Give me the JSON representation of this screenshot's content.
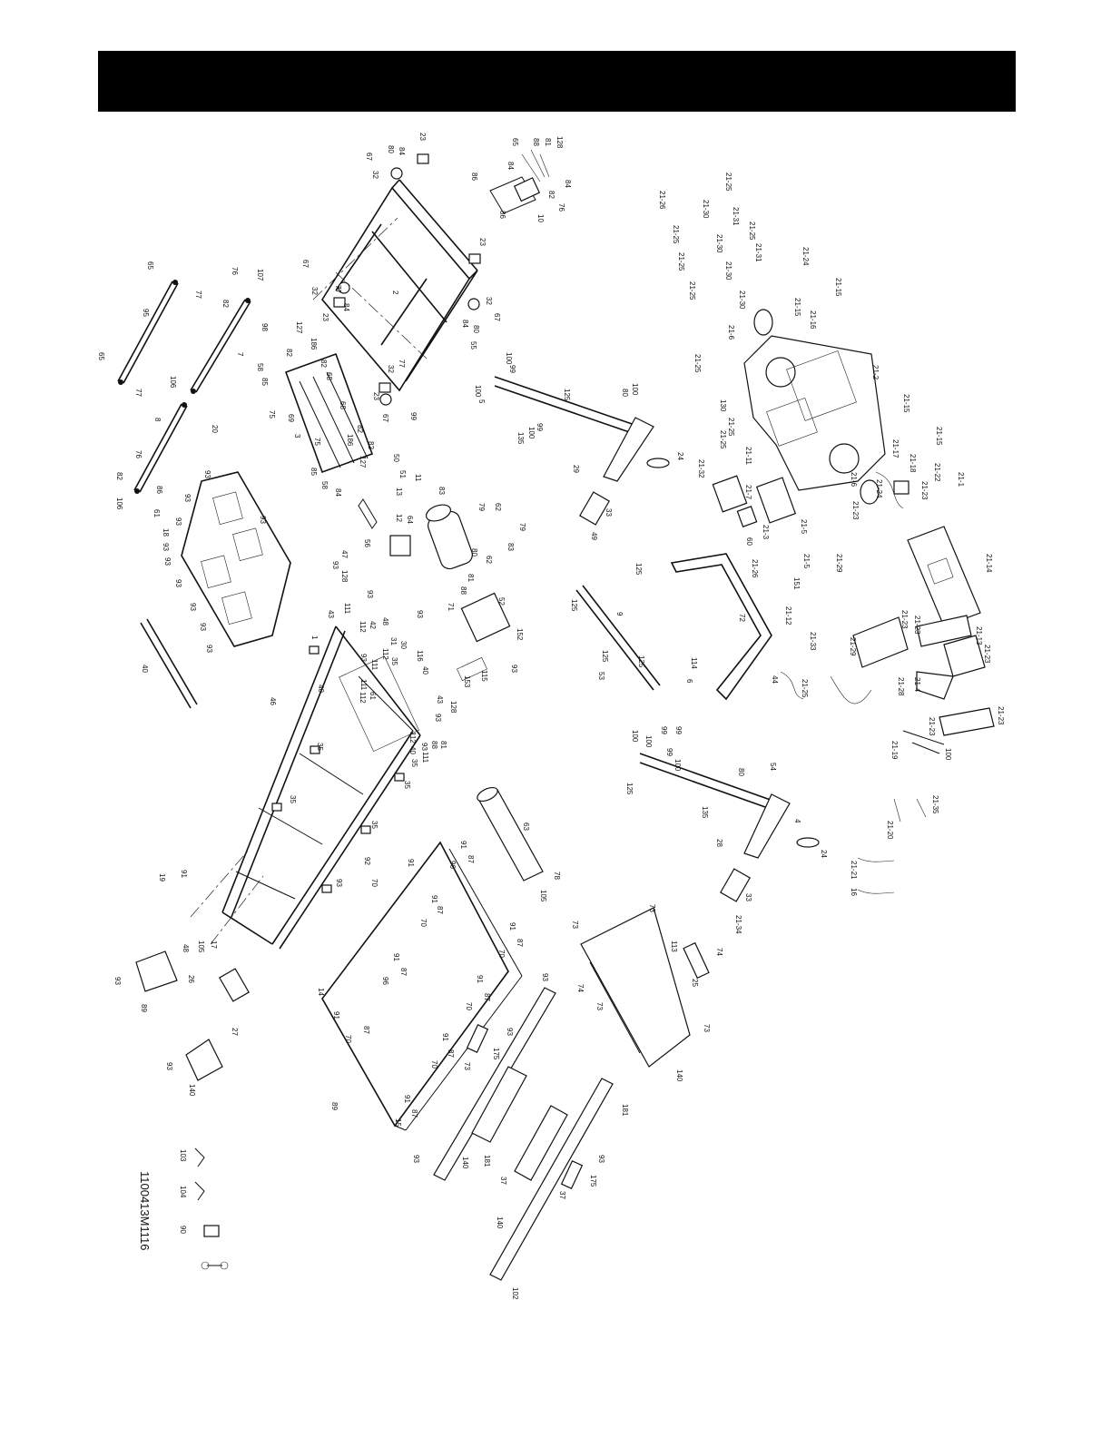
{
  "document_code": "1100413M1116",
  "labels": [
    {
      "id": "l1",
      "text": "23"
    },
    {
      "id": "l2",
      "text": "84"
    },
    {
      "id": "l3",
      "text": "80"
    },
    {
      "id": "l4",
      "text": "67"
    },
    {
      "id": "l5",
      "text": "32"
    },
    {
      "id": "l6",
      "text": "65"
    },
    {
      "id": "l7",
      "text": "128"
    },
    {
      "id": "l8",
      "text": "88"
    },
    {
      "id": "l9",
      "text": "81"
    },
    {
      "id": "l10",
      "text": "84"
    },
    {
      "id": "l11",
      "text": "86"
    },
    {
      "id": "l12",
      "text": "84"
    },
    {
      "id": "l13",
      "text": "82"
    },
    {
      "id": "l14",
      "text": "76"
    },
    {
      "id": "l15",
      "text": "10"
    },
    {
      "id": "l16",
      "text": "86"
    },
    {
      "id": "l17",
      "text": "21-25"
    },
    {
      "id": "l18",
      "text": "21-26"
    },
    {
      "id": "l19",
      "text": "21-30"
    },
    {
      "id": "l20",
      "text": "21-31"
    },
    {
      "id": "l21",
      "text": "21-25"
    },
    {
      "id": "l22",
      "text": "21-25"
    },
    {
      "id": "l23",
      "text": "21-30"
    },
    {
      "id": "l24",
      "text": "21-31"
    },
    {
      "id": "l25",
      "text": "21-25"
    },
    {
      "id": "l26",
      "text": "21-30"
    },
    {
      "id": "l27",
      "text": "21-25"
    },
    {
      "id": "l28",
      "text": "21-30"
    },
    {
      "id": "l29",
      "text": "21-24"
    },
    {
      "id": "l30",
      "text": "21-15"
    },
    {
      "id": "l31",
      "text": "21-15"
    },
    {
      "id": "l32",
      "text": "21-16"
    },
    {
      "id": "l33",
      "text": "21-6"
    },
    {
      "id": "l34",
      "text": "21-2"
    },
    {
      "id": "l35",
      "text": "21-25"
    },
    {
      "id": "l36",
      "text": "65"
    },
    {
      "id": "l37",
      "text": "77"
    },
    {
      "id": "l38",
      "text": "95"
    },
    {
      "id": "l39",
      "text": "65"
    },
    {
      "id": "l40",
      "text": "77"
    },
    {
      "id": "l41",
      "text": "76"
    },
    {
      "id": "l42",
      "text": "107"
    },
    {
      "id": "l43",
      "text": "82"
    },
    {
      "id": "l44",
      "text": "98"
    },
    {
      "id": "l45",
      "text": "7"
    },
    {
      "id": "l46",
      "text": "106"
    },
    {
      "id": "l47",
      "text": "20"
    },
    {
      "id": "l48",
      "text": "8"
    },
    {
      "id": "l49",
      "text": "76"
    },
    {
      "id": "l50",
      "text": "82"
    },
    {
      "id": "l51",
      "text": "106"
    },
    {
      "id": "l52",
      "text": "86"
    },
    {
      "id": "l53",
      "text": "61"
    },
    {
      "id": "l54",
      "text": "67"
    },
    {
      "id": "l55",
      "text": "32"
    },
    {
      "id": "l56",
      "text": "23"
    },
    {
      "id": "l57",
      "text": "84"
    },
    {
      "id": "l58",
      "text": "77"
    },
    {
      "id": "l59",
      "text": "2"
    },
    {
      "id": "l60",
      "text": "23"
    },
    {
      "id": "l61",
      "text": "32"
    },
    {
      "id": "l62",
      "text": "67"
    },
    {
      "id": "l63",
      "text": "84"
    },
    {
      "id": "l64",
      "text": "80"
    },
    {
      "id": "l65",
      "text": "55"
    },
    {
      "id": "l66",
      "text": "127"
    },
    {
      "id": "l67",
      "text": "82"
    },
    {
      "id": "l68",
      "text": "186"
    },
    {
      "id": "l69",
      "text": "85"
    },
    {
      "id": "l70",
      "text": "58"
    },
    {
      "id": "l71",
      "text": "82"
    },
    {
      "id": "l72",
      "text": "68"
    },
    {
      "id": "l73",
      "text": "69"
    },
    {
      "id": "l74",
      "text": "75"
    },
    {
      "id": "l75",
      "text": "3"
    },
    {
      "id": "l76",
      "text": "68"
    },
    {
      "id": "l77",
      "text": "82"
    },
    {
      "id": "l78",
      "text": "186"
    },
    {
      "id": "l79",
      "text": "82"
    },
    {
      "id": "l80",
      "text": "127"
    },
    {
      "id": "l81",
      "text": "75"
    },
    {
      "id": "l82",
      "text": "85"
    },
    {
      "id": "l83",
      "text": "58"
    },
    {
      "id": "l84",
      "text": "84"
    },
    {
      "id": "l85",
      "text": "77"
    },
    {
      "id": "l86",
      "text": "32"
    },
    {
      "id": "l87",
      "text": "23"
    },
    {
      "id": "l88",
      "text": "67"
    },
    {
      "id": "l89",
      "text": "99"
    },
    {
      "id": "l90",
      "text": "100"
    },
    {
      "id": "l91",
      "text": "99"
    },
    {
      "id": "l92",
      "text": "100"
    },
    {
      "id": "l93",
      "text": "5"
    },
    {
      "id": "l94",
      "text": "125"
    },
    {
      "id": "l95",
      "text": "80"
    },
    {
      "id": "l96",
      "text": "100"
    },
    {
      "id": "l97",
      "text": "99"
    },
    {
      "id": "l98",
      "text": "100"
    },
    {
      "id": "l99",
      "text": "135"
    },
    {
      "id": "l100",
      "text": "29"
    },
    {
      "id": "l101",
      "text": "24"
    },
    {
      "id": "l102",
      "text": "33"
    },
    {
      "id": "l103",
      "text": "49"
    },
    {
      "id": "l104",
      "text": "50"
    },
    {
      "id": "l105",
      "text": "51"
    },
    {
      "id": "l106",
      "text": "11"
    },
    {
      "id": "l107",
      "text": "13"
    },
    {
      "id": "l108",
      "text": "83"
    },
    {
      "id": "l109",
      "text": "79"
    },
    {
      "id": "l110",
      "text": "62"
    },
    {
      "id": "l111",
      "text": "79"
    },
    {
      "id": "l112",
      "text": "62"
    },
    {
      "id": "l113",
      "text": "83"
    },
    {
      "id": "l114",
      "text": "80"
    },
    {
      "id": "l115",
      "text": "12"
    },
    {
      "id": "l116",
      "text": "64"
    },
    {
      "id": "l117",
      "text": "56"
    },
    {
      "id": "l118",
      "text": "47"
    },
    {
      "id": "l119",
      "text": "93"
    },
    {
      "id": "l120",
      "text": "128"
    },
    {
      "id": "l121",
      "text": "81"
    },
    {
      "id": "l122",
      "text": "88"
    },
    {
      "id": "l123",
      "text": "71"
    },
    {
      "id": "l124",
      "text": "93"
    },
    {
      "id": "l125",
      "text": "93"
    },
    {
      "id": "l126",
      "text": "93"
    },
    {
      "id": "l127",
      "text": "93"
    },
    {
      "id": "l128",
      "text": "93"
    },
    {
      "id": "l129",
      "text": "93"
    },
    {
      "id": "l130",
      "text": "93"
    },
    {
      "id": "l131",
      "text": "93"
    },
    {
      "id": "l132",
      "text": "93"
    },
    {
      "id": "l133",
      "text": "93"
    },
    {
      "id": "l134",
      "text": "18"
    },
    {
      "id": "l135",
      "text": "40"
    },
    {
      "id": "l136",
      "text": "43"
    },
    {
      "id": "l137",
      "text": "93"
    },
    {
      "id": "l138",
      "text": "111"
    },
    {
      "id": "l139",
      "text": "112"
    },
    {
      "id": "l140",
      "text": "42"
    },
    {
      "id": "l141",
      "text": "48"
    },
    {
      "id": "l142",
      "text": "93"
    },
    {
      "id": "l143",
      "text": "31"
    },
    {
      "id": "l144",
      "text": "30"
    },
    {
      "id": "l145",
      "text": "116"
    },
    {
      "id": "l146",
      "text": "40"
    },
    {
      "id": "l147",
      "text": "112"
    },
    {
      "id": "l148",
      "text": "111"
    },
    {
      "id": "l149",
      "text": "93"
    },
    {
      "id": "l150",
      "text": "35"
    },
    {
      "id": "l151",
      "text": "1"
    },
    {
      "id": "l152",
      "text": "46"
    },
    {
      "id": "l153",
      "text": "111"
    },
    {
      "id": "l154",
      "text": "112"
    },
    {
      "id": "l155",
      "text": "61"
    },
    {
      "id": "l156",
      "text": "40"
    },
    {
      "id": "l157",
      "text": "43"
    },
    {
      "id": "l158",
      "text": "93"
    },
    {
      "id": "l159",
      "text": "128"
    },
    {
      "id": "l160",
      "text": "81"
    },
    {
      "id": "l161",
      "text": "88"
    },
    {
      "id": "l162",
      "text": "93"
    },
    {
      "id": "l163",
      "text": "111"
    },
    {
      "id": "l164",
      "text": "112"
    },
    {
      "id": "l165",
      "text": "40"
    },
    {
      "id": "l166",
      "text": "35"
    },
    {
      "id": "l167",
      "text": "35"
    },
    {
      "id": "l168",
      "text": "35"
    },
    {
      "id": "l169",
      "text": "35"
    },
    {
      "id": "l170",
      "text": "35"
    },
    {
      "id": "l171",
      "text": "93"
    },
    {
      "id": "l172",
      "text": "52"
    },
    {
      "id": "l173",
      "text": "93"
    },
    {
      "id": "l174",
      "text": "152"
    },
    {
      "id": "l175",
      "text": "153"
    },
    {
      "id": "l176",
      "text": "115"
    },
    {
      "id": "l177",
      "text": "125"
    },
    {
      "id": "l178",
      "text": "125"
    },
    {
      "id": "l179",
      "text": "9"
    },
    {
      "id": "l180",
      "text": "125"
    },
    {
      "id": "l181",
      "text": "125"
    },
    {
      "id": "l182",
      "text": "53"
    },
    {
      "id": "l183",
      "text": "114"
    },
    {
      "id": "l184",
      "text": "6"
    },
    {
      "id": "l185",
      "text": "72"
    },
    {
      "id": "l186",
      "text": "60"
    },
    {
      "id": "l187",
      "text": "21-26"
    },
    {
      "id": "l188",
      "text": "21-32"
    },
    {
      "id": "l189",
      "text": "21-7"
    },
    {
      "id": "l190",
      "text": "21-3"
    },
    {
      "id": "l191",
      "text": "21-5"
    },
    {
      "id": "l192",
      "text": "21-5"
    },
    {
      "id": "l193",
      "text": "151"
    },
    {
      "id": "l194",
      "text": "21-29"
    },
    {
      "id": "l195",
      "text": "21-12"
    },
    {
      "id": "l196",
      "text": "21-33"
    },
    {
      "id": "l197",
      "text": "44"
    },
    {
      "id": "l198",
      "text": "21-25"
    },
    {
      "id": "l199",
      "text": "130"
    },
    {
      "id": "l200",
      "text": "21-25"
    },
    {
      "id": "l201",
      "text": "21-25"
    },
    {
      "id": "l202",
      "text": "21-11"
    },
    {
      "id": "l203",
      "text": "21-6"
    },
    {
      "id": "l204",
      "text": "21-23"
    },
    {
      "id": "l205",
      "text": "21-24"
    },
    {
      "id": "l206",
      "text": "21-15"
    },
    {
      "id": "l207",
      "text": "21-15"
    },
    {
      "id": "l208",
      "text": "21-17"
    },
    {
      "id": "l209",
      "text": "21-18"
    },
    {
      "id": "l210",
      "text": "21-23"
    },
    {
      "id": "l211",
      "text": "21-22"
    },
    {
      "id": "l212",
      "text": "21-1"
    },
    {
      "id": "l213",
      "text": "21-14"
    },
    {
      "id": "l214",
      "text": "21-23"
    },
    {
      "id": "l215",
      "text": "21-23"
    },
    {
      "id": "l216",
      "text": "21-29"
    },
    {
      "id": "l217",
      "text": "21-13"
    },
    {
      "id": "l218",
      "text": "21-23"
    },
    {
      "id": "l219",
      "text": "21-4"
    },
    {
      "id": "l220",
      "text": "21-28"
    },
    {
      "id": "l221",
      "text": "21-23"
    },
    {
      "id": "l222",
      "text": "21-23"
    },
    {
      "id": "l223",
      "text": "21-19"
    },
    {
      "id": "l224",
      "text": "100"
    },
    {
      "id": "l225",
      "text": "100"
    },
    {
      "id": "l226",
      "text": "99"
    },
    {
      "id": "l227",
      "text": "99"
    },
    {
      "id": "l228",
      "text": "100"
    },
    {
      "id": "l229",
      "text": "99"
    },
    {
      "id": "l230",
      "text": "100"
    },
    {
      "id": "l231",
      "text": "125"
    },
    {
      "id": "l232",
      "text": "80"
    },
    {
      "id": "l233",
      "text": "54"
    },
    {
      "id": "l234",
      "text": "4"
    },
    {
      "id": "l235",
      "text": "135"
    },
    {
      "id": "l236",
      "text": "28"
    },
    {
      "id": "l237",
      "text": "24"
    },
    {
      "id": "l238",
      "text": "33"
    },
    {
      "id": "l239",
      "text": "21-34"
    },
    {
      "id": "l240",
      "text": "21-35"
    },
    {
      "id": "l241",
      "text": "21-20"
    },
    {
      "id": "l242",
      "text": "21-21"
    },
    {
      "id": "l243",
      "text": "16"
    },
    {
      "id": "l244",
      "text": "63"
    },
    {
      "id": "l245",
      "text": "78"
    },
    {
      "id": "l246",
      "text": "105"
    },
    {
      "id": "l247",
      "text": "19"
    },
    {
      "id": "l248",
      "text": "91"
    },
    {
      "id": "l249",
      "text": "92"
    },
    {
      "id": "l250",
      "text": "91"
    },
    {
      "id": "l251",
      "text": "70"
    },
    {
      "id": "l252",
      "text": "91"
    },
    {
      "id": "l253",
      "text": "87"
    },
    {
      "id": "l254",
      "text": "96"
    },
    {
      "id": "l255",
      "text": "91"
    },
    {
      "id": "l256",
      "text": "87"
    },
    {
      "id": "l257",
      "text": "70"
    },
    {
      "id": "l258",
      "text": "91"
    },
    {
      "id": "l259",
      "text": "87"
    },
    {
      "id": "l260",
      "text": "70"
    },
    {
      "id": "l261",
      "text": "91"
    },
    {
      "id": "l262",
      "text": "87"
    },
    {
      "id": "l263",
      "text": "96"
    },
    {
      "id": "l264",
      "text": "91"
    },
    {
      "id": "l265",
      "text": "87"
    },
    {
      "id": "l266",
      "text": "70"
    },
    {
      "id": "l267",
      "text": "91"
    },
    {
      "id": "l268",
      "text": "87"
    },
    {
      "id": "l269",
      "text": "70"
    },
    {
      "id": "l270",
      "text": "91"
    },
    {
      "id": "l271",
      "text": "87"
    },
    {
      "id": "l272",
      "text": "70"
    },
    {
      "id": "l273",
      "text": "91"
    },
    {
      "id": "l274",
      "text": "87"
    },
    {
      "id": "l275",
      "text": "15"
    },
    {
      "id": "l276",
      "text": "14"
    },
    {
      "id": "l277",
      "text": "89"
    },
    {
      "id": "l278",
      "text": "48"
    },
    {
      "id": "l279",
      "text": "105"
    },
    {
      "id": "l280",
      "text": "17"
    },
    {
      "id": "l281",
      "text": "26"
    },
    {
      "id": "l282",
      "text": "93"
    },
    {
      "id": "l283",
      "text": "89"
    },
    {
      "id": "l284",
      "text": "27"
    },
    {
      "id": "l285",
      "text": "93"
    },
    {
      "id": "l286",
      "text": "140"
    },
    {
      "id": "l287",
      "text": "93"
    },
    {
      "id": "l288",
      "text": "93"
    },
    {
      "id": "l289",
      "text": "175"
    },
    {
      "id": "l290",
      "text": "73"
    },
    {
      "id": "l291",
      "text": "73"
    },
    {
      "id": "l292",
      "text": "73"
    },
    {
      "id": "l293",
      "text": "113"
    },
    {
      "id": "l294",
      "text": "74"
    },
    {
      "id": "l295",
      "text": "74"
    },
    {
      "id": "l296",
      "text": "73"
    },
    {
      "id": "l297",
      "text": "25"
    },
    {
      "id": "l298",
      "text": "73"
    },
    {
      "id": "l299",
      "text": "140"
    },
    {
      "id": "l300",
      "text": "181"
    },
    {
      "id": "l301",
      "text": "181"
    },
    {
      "id": "l302",
      "text": "37"
    },
    {
      "id": "l303",
      "text": "140"
    },
    {
      "id": "l304",
      "text": "93"
    },
    {
      "id": "l305",
      "text": "93"
    },
    {
      "id": "l306",
      "text": "175"
    },
    {
      "id": "l307",
      "text": "37"
    },
    {
      "id": "l308",
      "text": "140"
    },
    {
      "id": "l309",
      "text": "102"
    },
    {
      "id": "l310",
      "text": "103"
    },
    {
      "id": "l311",
      "text": "104"
    },
    {
      "id": "l312",
      "text": "90"
    }
  ]
}
